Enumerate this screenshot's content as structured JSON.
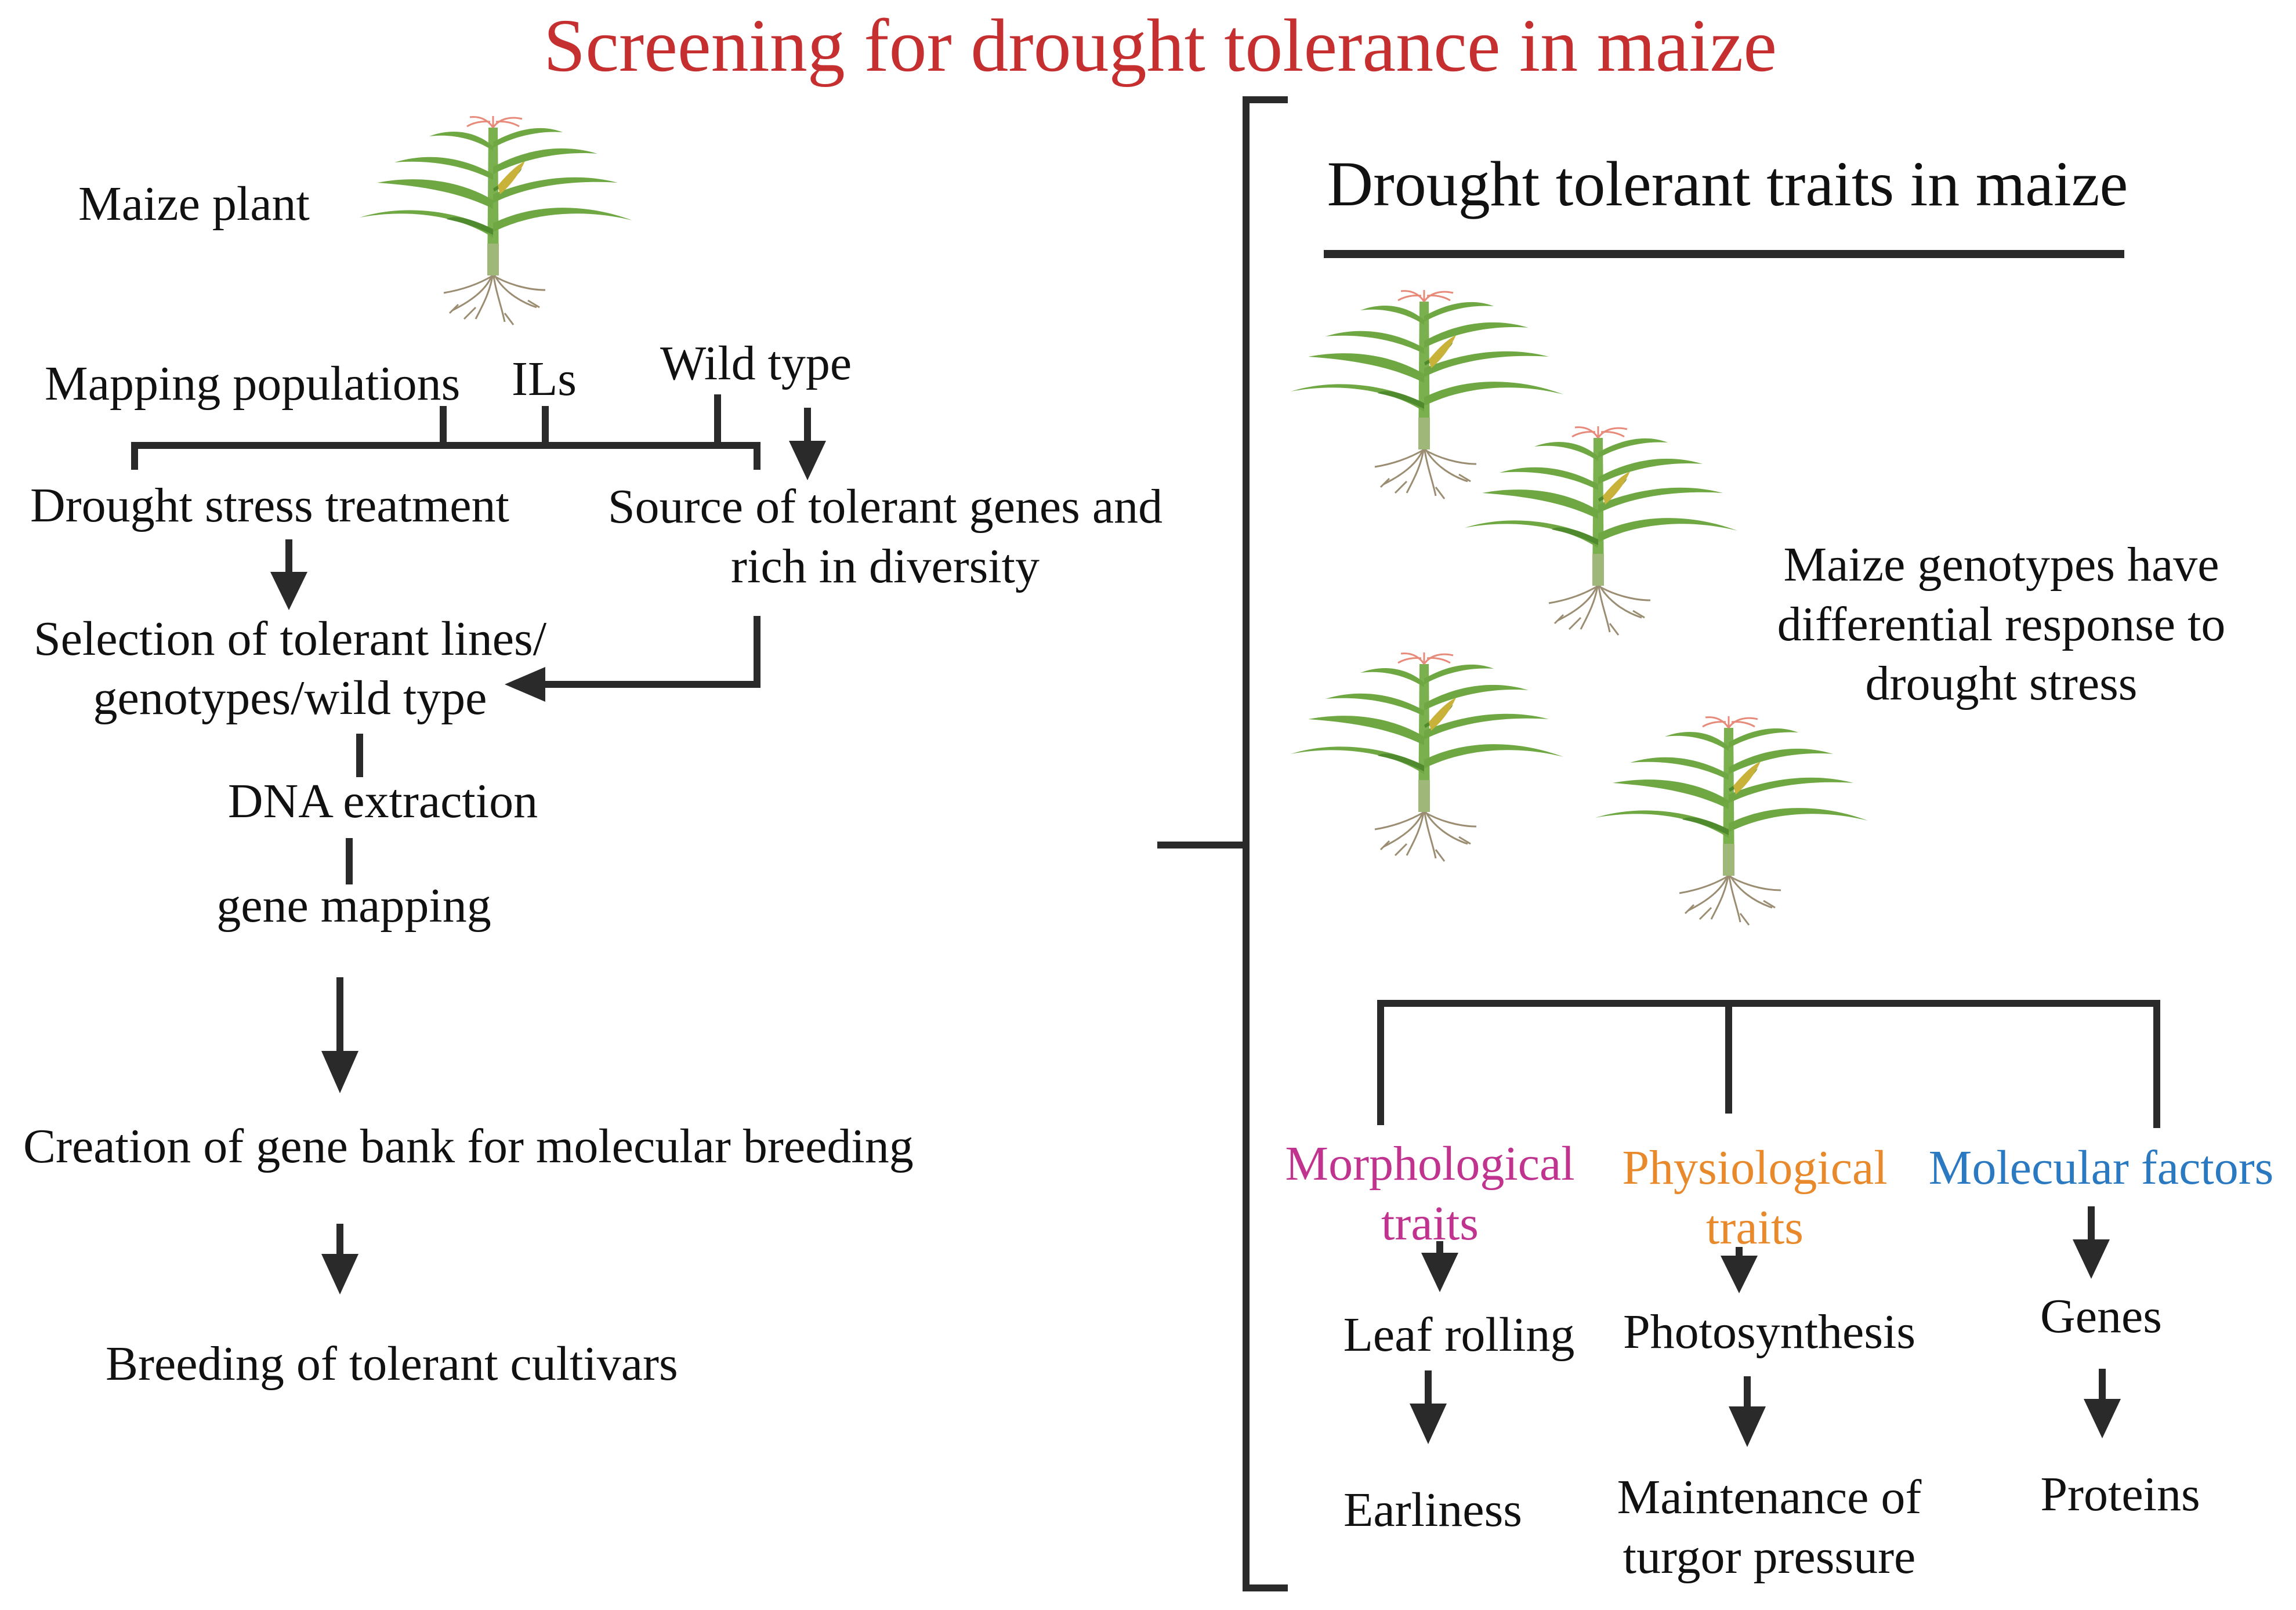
{
  "title": "Screening for drought tolerance in maize",
  "colors": {
    "title": "#c62f2f",
    "morphological": "#c0338f",
    "physiological": "#e8892b",
    "molecular": "#2b79c0",
    "lines": "#2a2a2a",
    "text": "#111111",
    "leaf": "#6fa843",
    "leaf_dark": "#4f8a2e",
    "stalk": "#7ab04e",
    "silk": "#e88a7a",
    "root": "#8a7a5a"
  },
  "left_flow": {
    "maize_plant_label": "Maize plant",
    "sources": {
      "mapping_populations": "Mapping populations",
      "ils": "ILs",
      "wild_type": "Wild type"
    },
    "drought_stress_treatment": "Drought stress treatment",
    "tolerant_source": {
      "line1": "Source of tolerant genes and",
      "line2": "rich in diversity"
    },
    "selection": {
      "line1": "Selection of tolerant lines/",
      "line2": "genotypes/wild type"
    },
    "dna_extraction": "DNA extraction",
    "gene_mapping": "gene mapping",
    "gene_bank": "Creation of gene bank for  molecular breeding",
    "breeding": "Breeding of tolerant cultivars"
  },
  "right_panel": {
    "heading": "Drought tolerant traits in maize",
    "genotype_note": {
      "line1": "Maize genotypes have",
      "line2": "differential response to",
      "line3": "drought stress"
    },
    "categories": [
      {
        "name_line1": "Morphological",
        "name_line2": "traits",
        "items": [
          "Leaf rolling",
          "Earliness"
        ]
      },
      {
        "name_line1": "Physiological",
        "name_line2": "traits",
        "item1": "Photosynthesis",
        "item2_line1": "Maintenance of",
        "item2_line2": "turgor pressure"
      },
      {
        "name": "Molecular factors",
        "items": [
          "Genes",
          "Proteins"
        ]
      }
    ]
  }
}
